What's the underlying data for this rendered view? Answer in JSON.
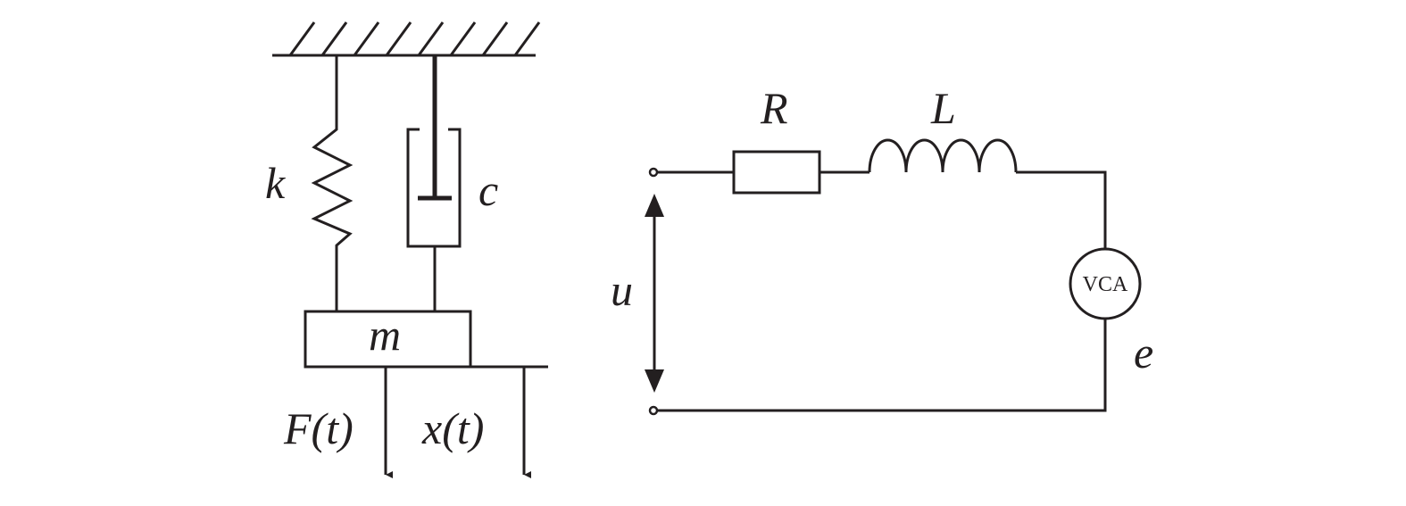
{
  "mechanical": {
    "spring_label": "k",
    "damper_label": "c",
    "mass_label": "m",
    "force_label": "F(t)",
    "displacement_label": "x(t)"
  },
  "electrical": {
    "resistor_label": "R",
    "inductor_label": "L",
    "voltage_label": "u",
    "vca_label": "VCA",
    "emf_label": "e"
  }
}
